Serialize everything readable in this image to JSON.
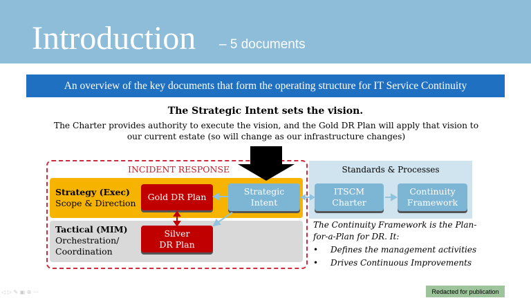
{
  "header": {
    "title": "Introduction",
    "subtitle": "– 5 documents"
  },
  "banner": "An overview of the key documents that form the operating structure for IT Service Continuity",
  "heading": "The Strategic Intent sets the vision.",
  "subheading": "The Charter provides authority to execute the vision, and the Gold DR Plan will apply that vision to our current estate (so will change as our infrastructure changes)",
  "diagram": {
    "incident_response": "INCIDENT RESPONSE",
    "strategy_title": "Strategy (Exec)",
    "strategy_sub": "Scope & Direction",
    "tactical_title": "Tactical  (MIM)",
    "tactical_sub1": "Orchestration/",
    "tactical_sub2": "Coordination",
    "gold": "Gold  DR Plan",
    "silver1": "Silver",
    "silver2": "DR Plan",
    "strategic1": "Strategic",
    "strategic2": "Intent",
    "standards": "Standards & Processes",
    "itscm1": "ITSCM",
    "itscm2": "Charter",
    "cf1": "Continuity",
    "cf2": "Framework"
  },
  "note": {
    "text": "The Continuity Framework is the Plan-for-a-Plan for DR. It:",
    "bullets": [
      "Defines the management activities",
      "Drives Continuous Improvements"
    ]
  },
  "footer": {
    "badge": "Redacted for publication",
    "nav_icons": "◁ ▷ ✎ ▣ ⊕ ⋯"
  },
  "colors": {
    "header": "#8dbdd9",
    "banner": "#1f70c1",
    "red": "#c00000",
    "yellow": "#f6b400",
    "lightblue": "#7db5d4"
  }
}
